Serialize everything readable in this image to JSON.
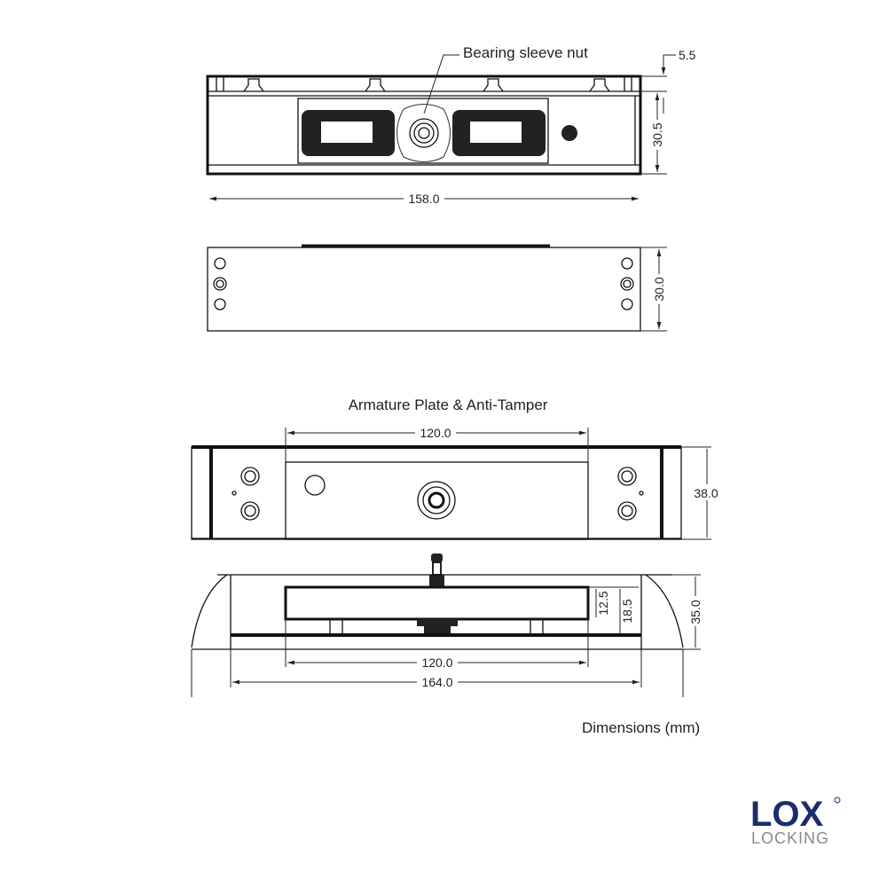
{
  "labels": {
    "bearing_sleeve_nut": "Bearing sleeve nut",
    "section_title": "Armature Plate & Anti-Tamper",
    "units_note": "Dimensions (mm)"
  },
  "dimensions": {
    "top_lip": "5.5",
    "magnet_height": "30.5",
    "magnet_length": "158.0",
    "magnet_depth": "30.0",
    "plate_length_top": "120.0",
    "bracket_height": "38.0",
    "plate_thickness": "12.5",
    "plate_to_base": "18.5",
    "bracket_depth": "35.0",
    "plate_length_bottom": "120.0",
    "bracket_length": "164.0"
  },
  "logo": {
    "brand": "LOX",
    "sub": "LOCKING"
  },
  "colors": {
    "brand_blue": "#1b2d6b",
    "brand_grey": "#8a8a8a"
  }
}
